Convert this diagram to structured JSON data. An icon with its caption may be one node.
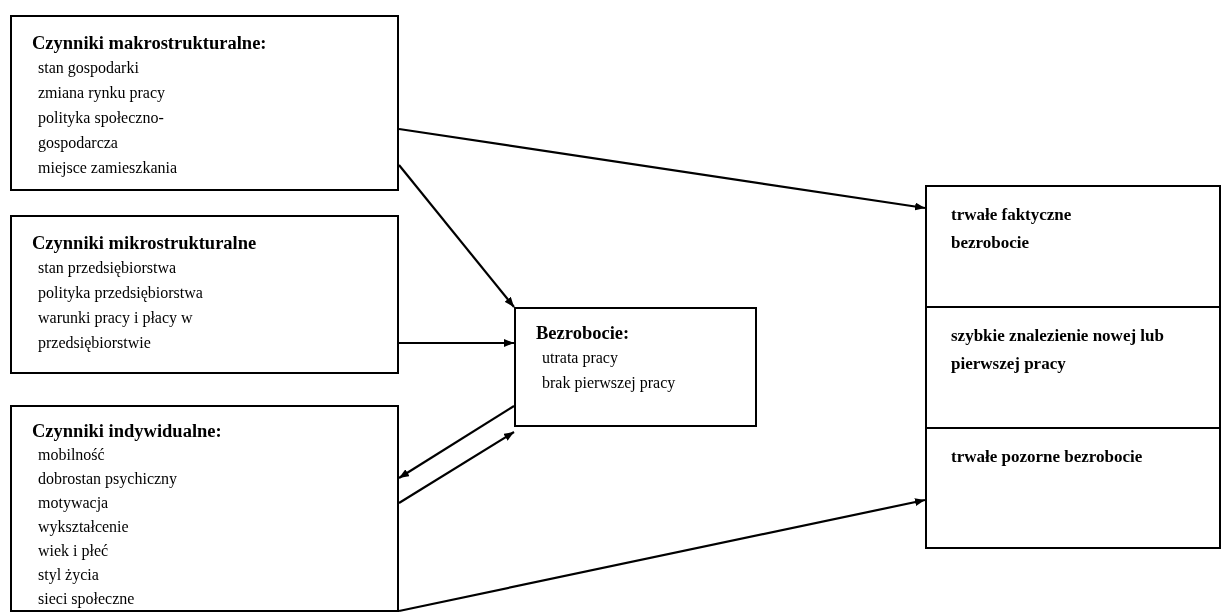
{
  "diagram": {
    "nodes": [
      {
        "text": [
          "Czynniki makrostrukturalne:",
          "stan gospodarki",
          "zmiana rynku pracy",
          "polityka społeczno- gospodarcza",
          "miejsce zamieszkania"
        ]
      },
      {
        "text": [
          "Czynniki mikrostrukturalne",
          "stan przedsiębiorstwa",
          "polityka przedsiębiorstwa",
          "warunki pracy i płacy w przedsiębiorstwie"
        ]
      },
      {
        "text": [
          "Czynniki indywidualne:",
          "mobilność",
          "dobrostan psychiczny",
          "motywacja",
          "wykształcenie",
          "wiek i płeć",
          "styl życia",
          "sieci społeczne"
        ]
      },
      {
        "text": [
          "Bezrobocie:",
          "utrata pracy",
          "brak pierwszej pracy"
        ]
      },
      {
        "text": [
          "trwałe faktyczne bezrobocie"
        ]
      },
      {
        "text": [
          "szybkie znalezienie nowej lub pierwszej pracy"
        ]
      },
      {
        "text": [
          "trwałe pozorne bezrobocie"
        ]
      }
    ],
    "edges": [
      {
        "from": 0,
        "to": 4,
        "arrow": "to"
      },
      {
        "from": 0,
        "to": 3,
        "arrow": "to"
      },
      {
        "from": 1,
        "to": 3,
        "arrow": "to"
      },
      {
        "from": 3,
        "to": 2,
        "arrow": "to"
      },
      {
        "from": 2,
        "to": 3,
        "arrow": "to"
      },
      {
        "from": 2,
        "to": 6,
        "arrow": "to"
      }
    ]
  }
}
